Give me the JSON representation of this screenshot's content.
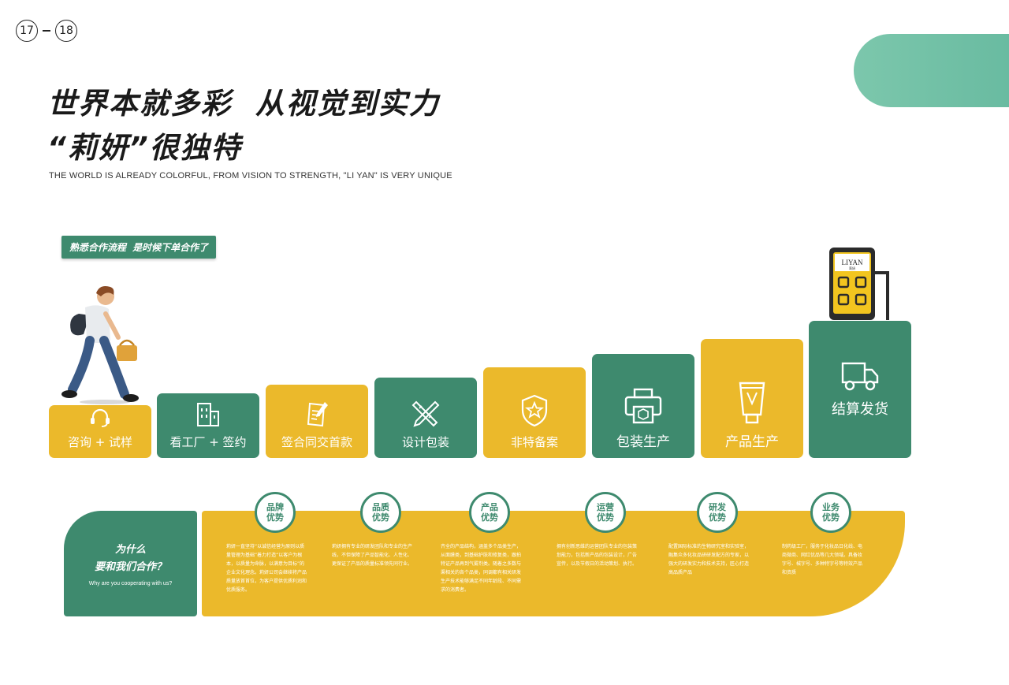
{
  "page": {
    "num_left": "17",
    "num_right": "18"
  },
  "header": {
    "title_line1": "世界本就多彩  从视觉到实力",
    "title_line2": "“莉妍”很独特",
    "subtitle": "THE WORLD IS ALREADY COLORFUL, FROM VISION TO STRENGTH, \"LI YAN\" IS VERY UNIQUE"
  },
  "badge": {
    "label": "熟悉合作流程  是时候下单合作了"
  },
  "steps": [
    {
      "label": "咨询 + 试样",
      "icon": "headset-icon",
      "color": "#ebb92b"
    },
    {
      "label": "看工厂 + 签约",
      "icon": "building-icon",
      "color": "#3e8a6e"
    },
    {
      "label": "签合同交首款",
      "icon": "contract-icon",
      "color": "#ebb92b"
    },
    {
      "label": "设计包装",
      "icon": "design-tools-icon",
      "color": "#3e8a6e"
    },
    {
      "label": "非特备案",
      "icon": "shield-star-icon",
      "color": "#ebb92b"
    },
    {
      "label": "包装生产",
      "icon": "printer-icon",
      "color": "#3e8a6e"
    },
    {
      "label": "产品生产",
      "icon": "tube-icon",
      "color": "#ebb92b"
    },
    {
      "label": "结算发货",
      "icon": "truck-icon",
      "color": "#3e8a6e"
    }
  ],
  "device": {
    "brand": "LIYAN",
    "brand_sub": "莉妍"
  },
  "why": {
    "line1": "为什么",
    "line2": "要和我们合作？",
    "english": "Why are you cooperating with us?"
  },
  "advantages": [
    {
      "l1": "品牌",
      "l2": "优势",
      "desc": "莉妍一直坚持“以诚信经营为原则以质量管理为基础”着力打造“以客户为根本，以质量为命脉，以满意为目标”的企业文化理念。莉妍公司会继续将产品质量放首首位，为客户提供优质利润和优质服务。"
    },
    {
      "l1": "品质",
      "l2": "优势",
      "desc": "莉妍拥有专业的研发团队和专业的生产线，不但保障了产品智能化、人性化、更保证了产品的质量标准领先同行业。"
    },
    {
      "l1": "产品",
      "l2": "优势",
      "desc": "齐全的产品结构，涵盖多个品类生产，从面膜类，到基础护肤和修复类，跟拍特证产品再到气雾剂类。随着之多数与渠相关的各个品类，同调都有相关研发生产技术能够满足不同年龄段、不同需求的消费者。"
    },
    {
      "l1": "运营",
      "l2": "优势",
      "desc": "拥有创新思维的运营团队专业的包装策划能力，包括新产品的包装设计，广告宣传，以及节假日的活动策划、执行。"
    },
    {
      "l1": "研发",
      "l2": "优势",
      "desc": "配置国际标准的生物研究室和实验室，融集众多化妆品研研发配方的专家，以强大的研发实力和技术支持，匠心打造高品质产品"
    },
    {
      "l1": "业务",
      "l2": "优势",
      "desc": "制药级工厂，服务于化妆品日化线、电商微商、网红优品等几大领域。具备妆字号、械字号、多种特字号等特效产品和资质"
    }
  ]
}
